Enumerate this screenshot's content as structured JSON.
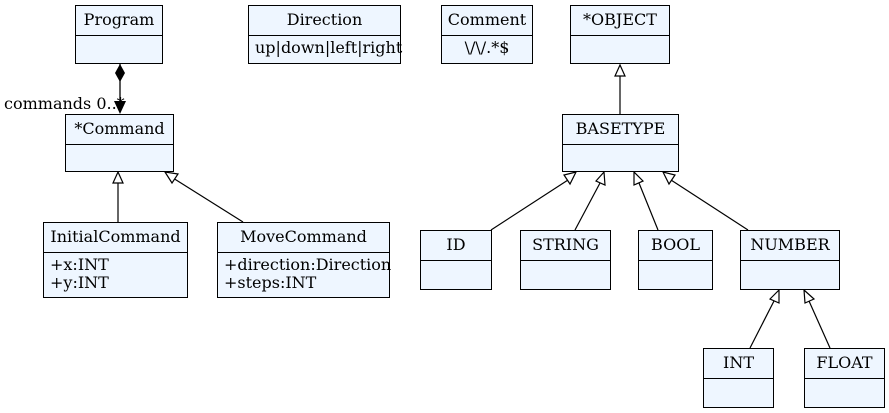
{
  "classes": {
    "program": {
      "name": "Program",
      "attrs": []
    },
    "direction": {
      "name": "Direction",
      "attrs": [
        "up|down|left|right"
      ]
    },
    "comment": {
      "name": "Comment",
      "attrs": [
        "\\/\\/.*$"
      ]
    },
    "object": {
      "name": "*OBJECT",
      "attrs": []
    },
    "command": {
      "name": "*Command",
      "attrs": []
    },
    "basetype": {
      "name": "BASETYPE",
      "attrs": []
    },
    "initial_command": {
      "name": "InitialCommand",
      "attrs": [
        "+x:INT",
        "+y:INT"
      ]
    },
    "move_command": {
      "name": "MoveCommand",
      "attrs": [
        "+direction:Direction",
        "+steps:INT"
      ]
    },
    "id": {
      "name": "ID",
      "attrs": []
    },
    "string": {
      "name": "STRING",
      "attrs": []
    },
    "bool": {
      "name": "BOOL",
      "attrs": []
    },
    "number": {
      "name": "NUMBER",
      "attrs": []
    },
    "int": {
      "name": "INT",
      "attrs": []
    },
    "float": {
      "name": "FLOAT",
      "attrs": []
    }
  },
  "associations": {
    "program_commands": {
      "label": "commands 0..*"
    }
  },
  "colors": {
    "box_fill": "#eef6ff",
    "line": "#000000"
  }
}
